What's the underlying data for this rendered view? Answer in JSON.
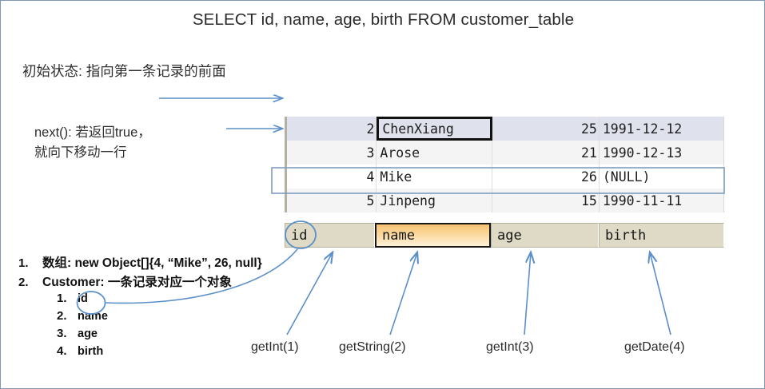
{
  "slide": {
    "title": "SELECT id, name, age, birth FROM customer_table",
    "border_color": "#8096b8"
  },
  "annotations": {
    "initial_state": "初始状态: 指向第一条记录的前面",
    "next_note_line1": "next(): 若返回true，",
    "next_note_line2": "就向下移动一行",
    "arrow_color": "#5b8fc9"
  },
  "grid": {
    "columns": [
      "id",
      "name",
      "age",
      "birth"
    ],
    "rows": [
      {
        "id": "2",
        "name": "ChenXiang",
        "age": "25",
        "birth": "1991-12-12"
      },
      {
        "id": "3",
        "name": "Arose",
        "age": "21",
        "birth": "1990-12-13"
      },
      {
        "id": "4",
        "name": "Mike",
        "age": "26",
        "birth": "(NULL)"
      },
      {
        "id": "5",
        "name": "Jinpeng",
        "age": "15",
        "birth": "1990-11-11"
      }
    ],
    "selected_row_index": 0,
    "selected_cell": "name",
    "highlighted_row_index": 2,
    "header_highlight_column": "name",
    "header_circled_column": "id",
    "colors": {
      "selected_row_bg": "#dfe1ec",
      "odd_row_bg": "#f4f4f4",
      "header_bg": "#dedac6",
      "header_highlight": "#f7c272",
      "row_highlight_border": "#7f9dc0"
    }
  },
  "bullets": {
    "items": [
      {
        "num": "1.",
        "text": "数组: new Object[]{4, “Mike”, 26, null}"
      },
      {
        "num": "2.",
        "text": "Customer: 一条记录对应一个对象"
      }
    ],
    "subitems": [
      {
        "num": "1.",
        "text": "id"
      },
      {
        "num": "2.",
        "text": "name"
      },
      {
        "num": "3.",
        "text": "age"
      },
      {
        "num": "4.",
        "text": "birth"
      }
    ]
  },
  "getters": [
    {
      "label": "getInt(1)"
    },
    {
      "label": "getString(2)"
    },
    {
      "label": "getInt(3)"
    },
    {
      "label": "getDate(4)"
    }
  ]
}
